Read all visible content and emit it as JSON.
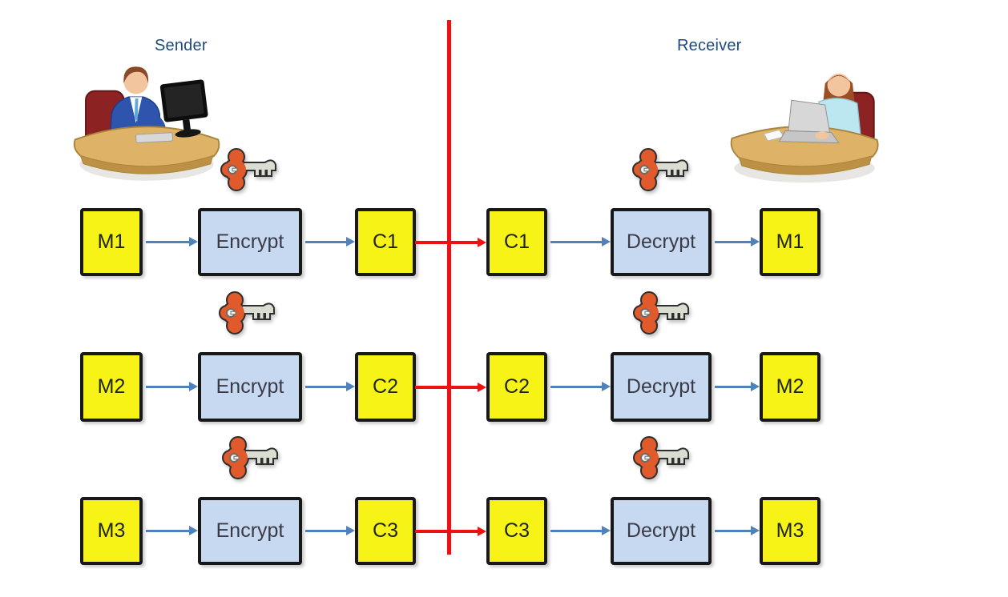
{
  "diagram": {
    "sender_label": "Sender",
    "receiver_label": "Receiver",
    "rows": [
      {
        "message_in": "M1",
        "encrypt": "Encrypt",
        "cipher_out": "C1",
        "cipher_in": "C1",
        "decrypt": "Decrypt",
        "message_out": "M1"
      },
      {
        "message_in": "M2",
        "encrypt": "Encrypt",
        "cipher_out": "C2",
        "cipher_in": "C2",
        "decrypt": "Decrypt",
        "message_out": "M2"
      },
      {
        "message_in": "M3",
        "encrypt": "Encrypt",
        "cipher_out": "C3",
        "cipher_in": "C3",
        "decrypt": "Decrypt",
        "message_out": "M3"
      }
    ],
    "icons": {
      "key": "key-icon",
      "sender_figure": "man-at-desk-with-monitor",
      "receiver_figure": "woman-at-desk-with-laptop"
    },
    "colors": {
      "message_box": "#F8F316",
      "process_box": "#C6D9F1",
      "box_border": "#181818",
      "arrow_blue": "#4F81BD",
      "channel_red": "#EE1111",
      "label_text": "#1F497D",
      "key_head": "#E05A2B"
    }
  }
}
